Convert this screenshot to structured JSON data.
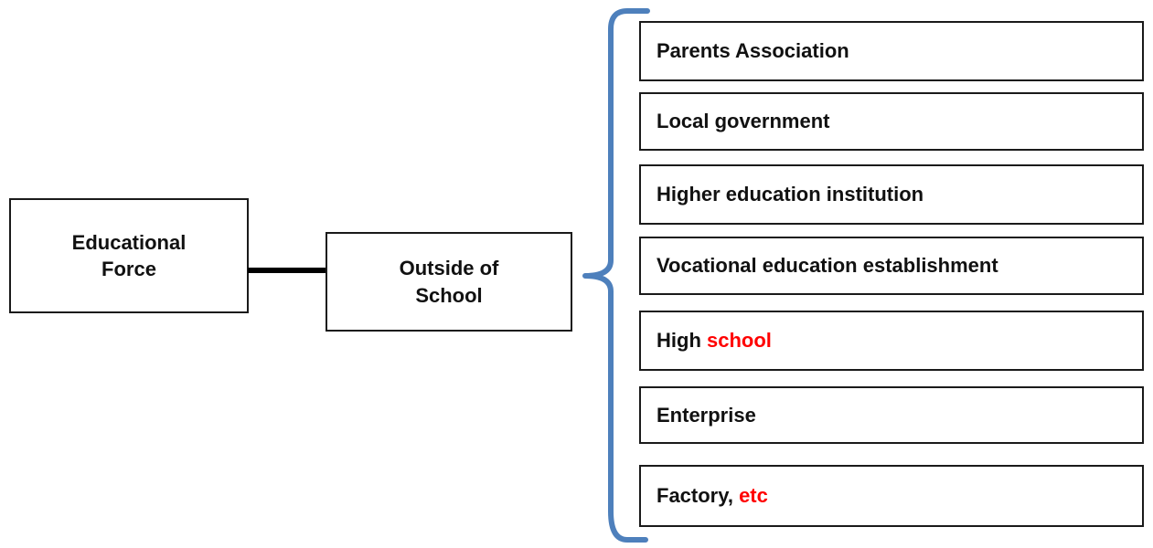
{
  "diagram": {
    "left_box": {
      "label": "Educational\nForce"
    },
    "mid_box": {
      "label": "Outside of\nSchool"
    },
    "right_boxes": [
      {
        "text_black": "Parents Association",
        "text_red": ""
      },
      {
        "text_black": "Local government",
        "text_red": ""
      },
      {
        "text_black": "Higher education institution",
        "text_red": ""
      },
      {
        "text_black": "Vocational education establishment",
        "text_red": ""
      },
      {
        "text_black": "High ",
        "text_red": "school"
      },
      {
        "text_black": "Enterprise",
        "text_red": ""
      },
      {
        "text_black": "Factory, ",
        "text_red": "etc"
      }
    ],
    "colors": {
      "brace_blue": "#4E80BC",
      "accent_red": "#FF0000",
      "text_black": "#111111",
      "box_border": "#1A1A1A",
      "background": "#FFFFFF",
      "connector_black": "#000000"
    }
  }
}
